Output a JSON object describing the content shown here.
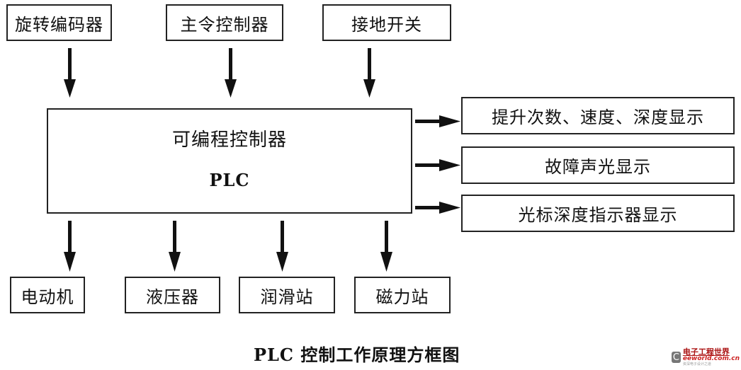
{
  "inputs": [
    {
      "label": "旋转编码器"
    },
    {
      "label": "主令控制器"
    },
    {
      "label": "接地开关"
    }
  ],
  "controller": {
    "title": "可编程控制器",
    "subtitle": "PLC"
  },
  "displays": [
    {
      "label": "提升次数、速度、深度显示"
    },
    {
      "label": "故障声光显示"
    },
    {
      "label": "光标深度指示器显示"
    }
  ],
  "outputs": [
    {
      "label": "电动机"
    },
    {
      "label": "液压器"
    },
    {
      "label": "润滑站"
    },
    {
      "label": "磁力站"
    }
  ],
  "caption": "PLC 控制工作原理方框图",
  "watermark": {
    "icon": "eeworld-logo-icon",
    "line1": "电子工程世界",
    "line2": "eeworld.com.cn",
    "line3": "资深电子设计之道"
  }
}
